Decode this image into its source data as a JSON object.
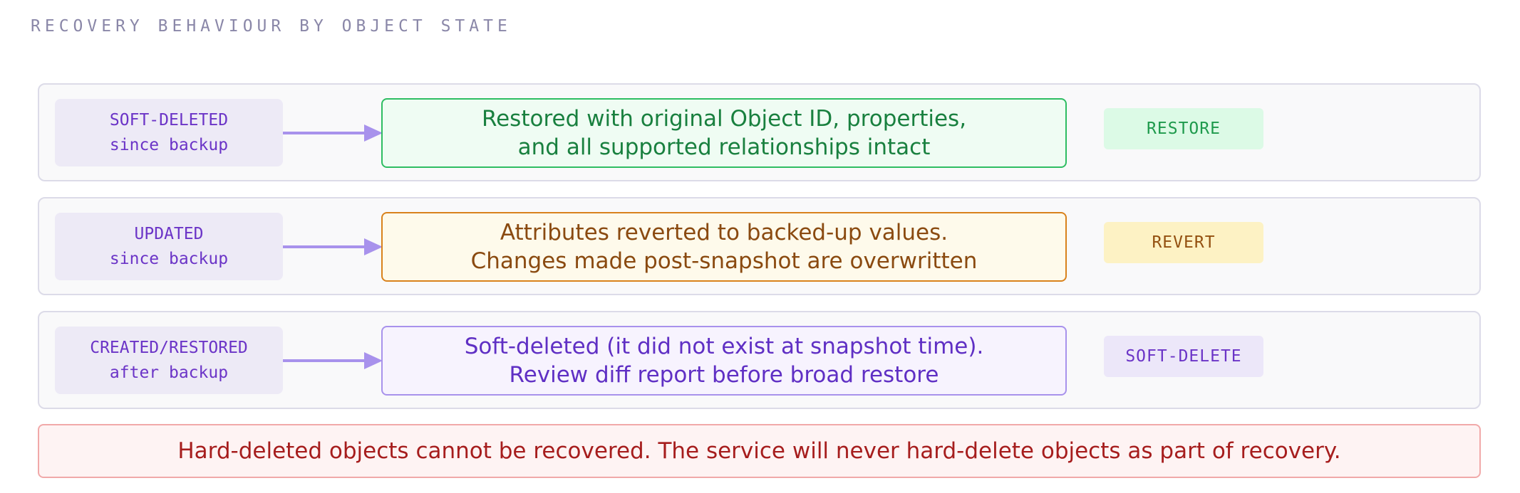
{
  "title": "RECOVERY BEHAVIOUR BY OBJECT STATE",
  "colors": {
    "row_border": "#dcdbe8",
    "state_bg": "#edeaf6",
    "state_text": "#6b34c7",
    "arrow": "#a892ec",
    "green_accent": "#2ebd62",
    "amber_accent": "#d9821c",
    "purple_accent": "#a892ec",
    "warning_text": "#a61d1d"
  },
  "rows": [
    {
      "state_line1": "SOFT-DELETED",
      "state_line2": "since backup",
      "outcome_line1": "Restored with original Object ID, properties,",
      "outcome_line2": "and all supported relationships intact",
      "action": "RESTORE"
    },
    {
      "state_line1": "UPDATED",
      "state_line2": "since backup",
      "outcome_line1": "Attributes reverted to backed-up values.",
      "outcome_line2": "Changes made post-snapshot are overwritten",
      "action": "REVERT"
    },
    {
      "state_line1": "CREATED/RESTORED",
      "state_line2": "after backup",
      "outcome_line1": "Soft-deleted (it did not exist at snapshot time).",
      "outcome_line2": "Review diff report before broad restore",
      "action": "SOFT-DELETE"
    }
  ],
  "warning": "Hard-deleted objects cannot be recovered. The service will never hard-delete objects as part of recovery."
}
